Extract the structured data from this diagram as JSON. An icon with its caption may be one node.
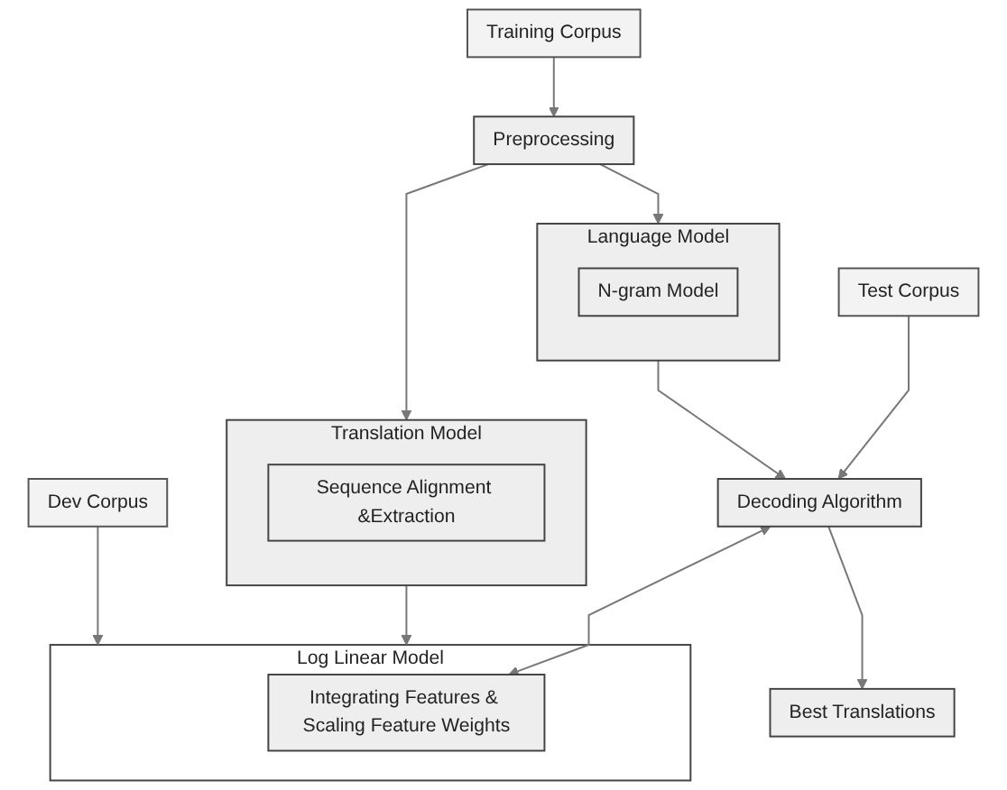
{
  "diagram": {
    "nodes": [
      {
        "text": [
          "Training Corpus"
        ]
      },
      {
        "text": [
          "Preprocessing"
        ]
      },
      {
        "text": [
          "Language Model"
        ]
      },
      {
        "text": [
          "N-gram Model"
        ],
        "in": 2
      },
      {
        "text": [
          "Translation Model"
        ]
      },
      {
        "text": [
          "Sequence Alignment &Extraction"
        ],
        "in": 4
      },
      {
        "text": [
          "Log Linear Model"
        ]
      },
      {
        "text": [
          "Integrating Features & Scaling Feature Weights"
        ],
        "in": 6
      },
      {
        "text": [
          "Test Corpus"
        ]
      },
      {
        "text": [
          "Dev Corpus"
        ]
      },
      {
        "text": [
          "Decoding Algorithm"
        ]
      },
      {
        "text": [
          "Best Translations"
        ]
      }
    ],
    "edges": [
      {
        "from": 0,
        "to": 1,
        "arrow": "to"
      },
      {
        "from": 1,
        "to": 2,
        "arrow": "to"
      },
      {
        "from": 1,
        "to": 4,
        "arrow": "to"
      },
      {
        "from": 4,
        "to": 6,
        "arrow": "to"
      },
      {
        "from": 2,
        "to": 10,
        "arrow": "to"
      },
      {
        "from": 8,
        "to": 10,
        "arrow": "to"
      },
      {
        "from": 9,
        "to": 6,
        "arrow": "to"
      },
      {
        "from": 10,
        "to": 7,
        "arrow": "both"
      },
      {
        "from": 10,
        "to": 11,
        "arrow": "to"
      }
    ]
  }
}
